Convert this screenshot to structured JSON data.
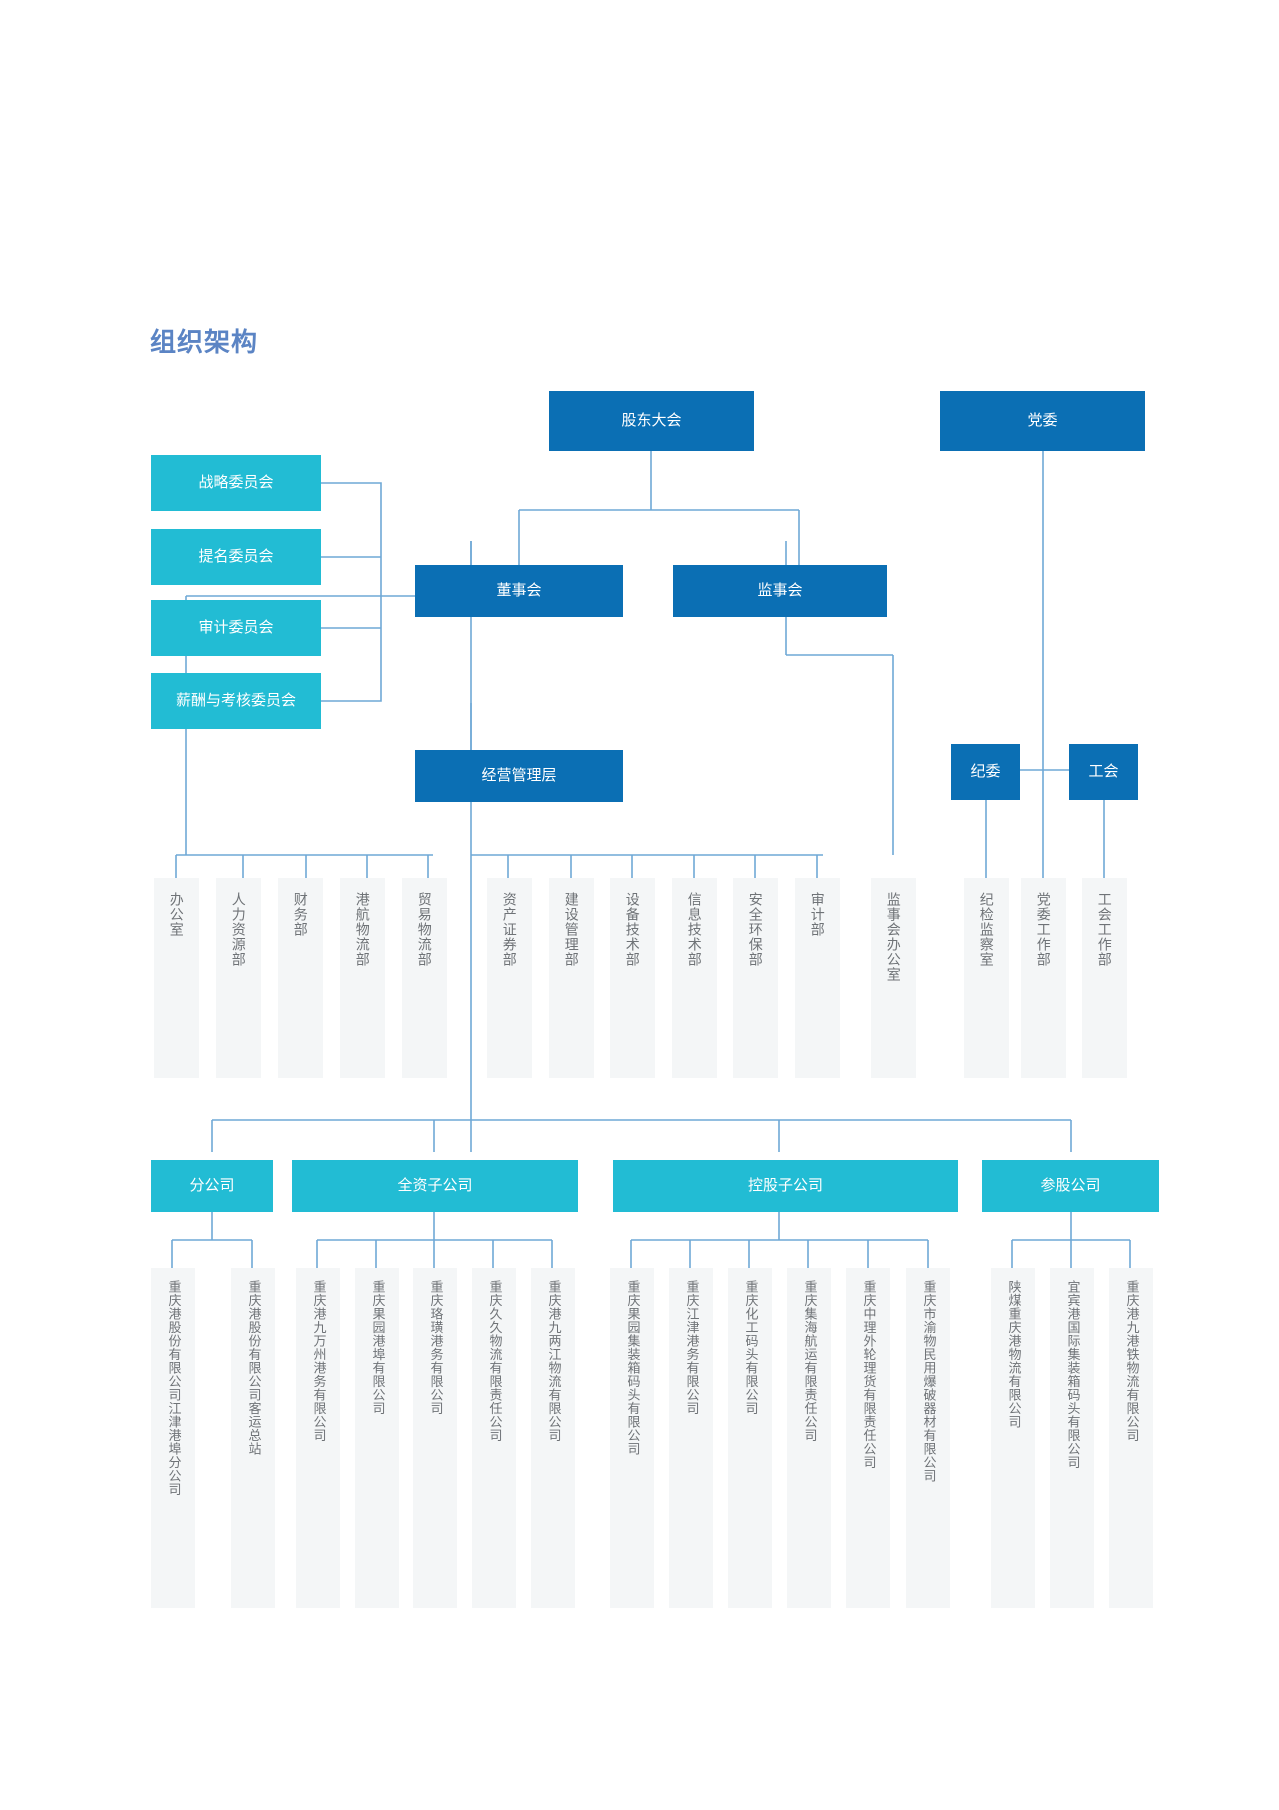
{
  "page": {
    "title": "组织架构",
    "title_color": "#5b84c4",
    "colors": {
      "primary_blue": "#0b6fb4",
      "teal": "#22bcd4",
      "line": "#6fa8d6",
      "dept_bg": "#f4f6f7",
      "dept_text": "#6f7377",
      "background": "#ffffff"
    }
  },
  "top_nodes": {
    "shareholders_meeting": "股东大会",
    "party_committee": "党委"
  },
  "committees": [
    {
      "label": "战略委员会"
    },
    {
      "label": "提名委员会"
    },
    {
      "label": "审计委员会"
    },
    {
      "label": "薪酬与考核委员会"
    }
  ],
  "governance": {
    "board_of_directors": "董事会",
    "board_of_supervisors": "监事会",
    "management": "经营管理层",
    "discipline_committee": "纪委",
    "labor_union": "工会"
  },
  "departments": {
    "management_group_1": [
      "办公室",
      "人力资源部",
      "财务部",
      "港航物流部",
      "贸易物流部"
    ],
    "management_group_2": [
      "资产证券部",
      "建设管理部",
      "设备技术部",
      "信息技术部",
      "安全环保部",
      "审计部"
    ],
    "supervisors_office": "监事会办公室",
    "discipline_office": "纪检监察室",
    "party_work_office": "党委工作部",
    "union_work_office": "工会工作部"
  },
  "subsidiary_categories": [
    {
      "label": "分公司"
    },
    {
      "label": "全资子公司"
    },
    {
      "label": "控股子公司"
    },
    {
      "label": "参股公司"
    }
  ],
  "subsidiaries": {
    "branches": [
      "重庆港股份有限公司江津港埠分公司",
      "重庆港股份有限公司客运总站"
    ],
    "wholly_owned": [
      "重庆港九万州港务有限公司",
      "重庆果园港埠有限公司",
      "重庆珞璜港务有限公司",
      "重庆久久物流有限责任公司",
      "重庆港九两江物流有限公司"
    ],
    "controlled": [
      "重庆果园集装箱码头有限公司",
      "重庆江津港务有限公司",
      "重庆化工码头有限公司",
      "重庆集海航运有限责任公司",
      "重庆中理外轮理货有限责任公司",
      "重庆市渝物民用爆破器材有限公司"
    ],
    "equity_participation": [
      "陕煤重庆港物流有限公司",
      "宜宾港国际集装箱码头有限公司",
      "重庆港九港铁物流有限公司"
    ]
  }
}
